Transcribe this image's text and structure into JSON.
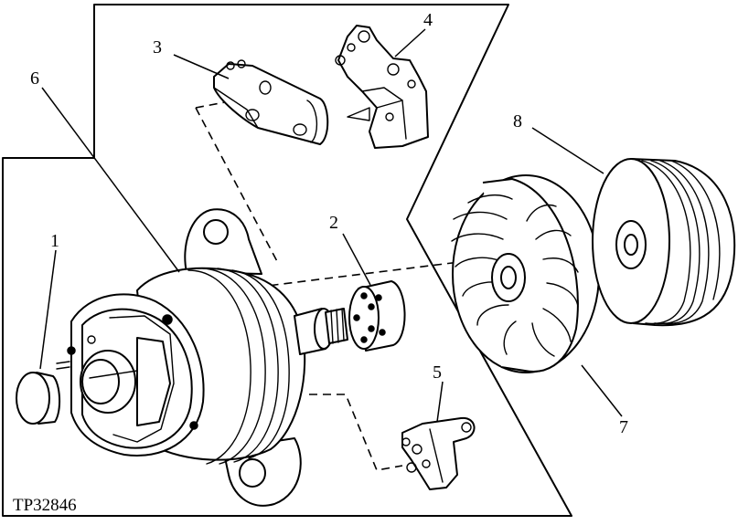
{
  "figure_id": "TP32846",
  "callouts": [
    {
      "number": "1"
    },
    {
      "number": "2"
    },
    {
      "number": "3"
    },
    {
      "number": "4"
    },
    {
      "number": "5"
    },
    {
      "number": "6"
    },
    {
      "number": "7"
    },
    {
      "number": "8"
    }
  ]
}
